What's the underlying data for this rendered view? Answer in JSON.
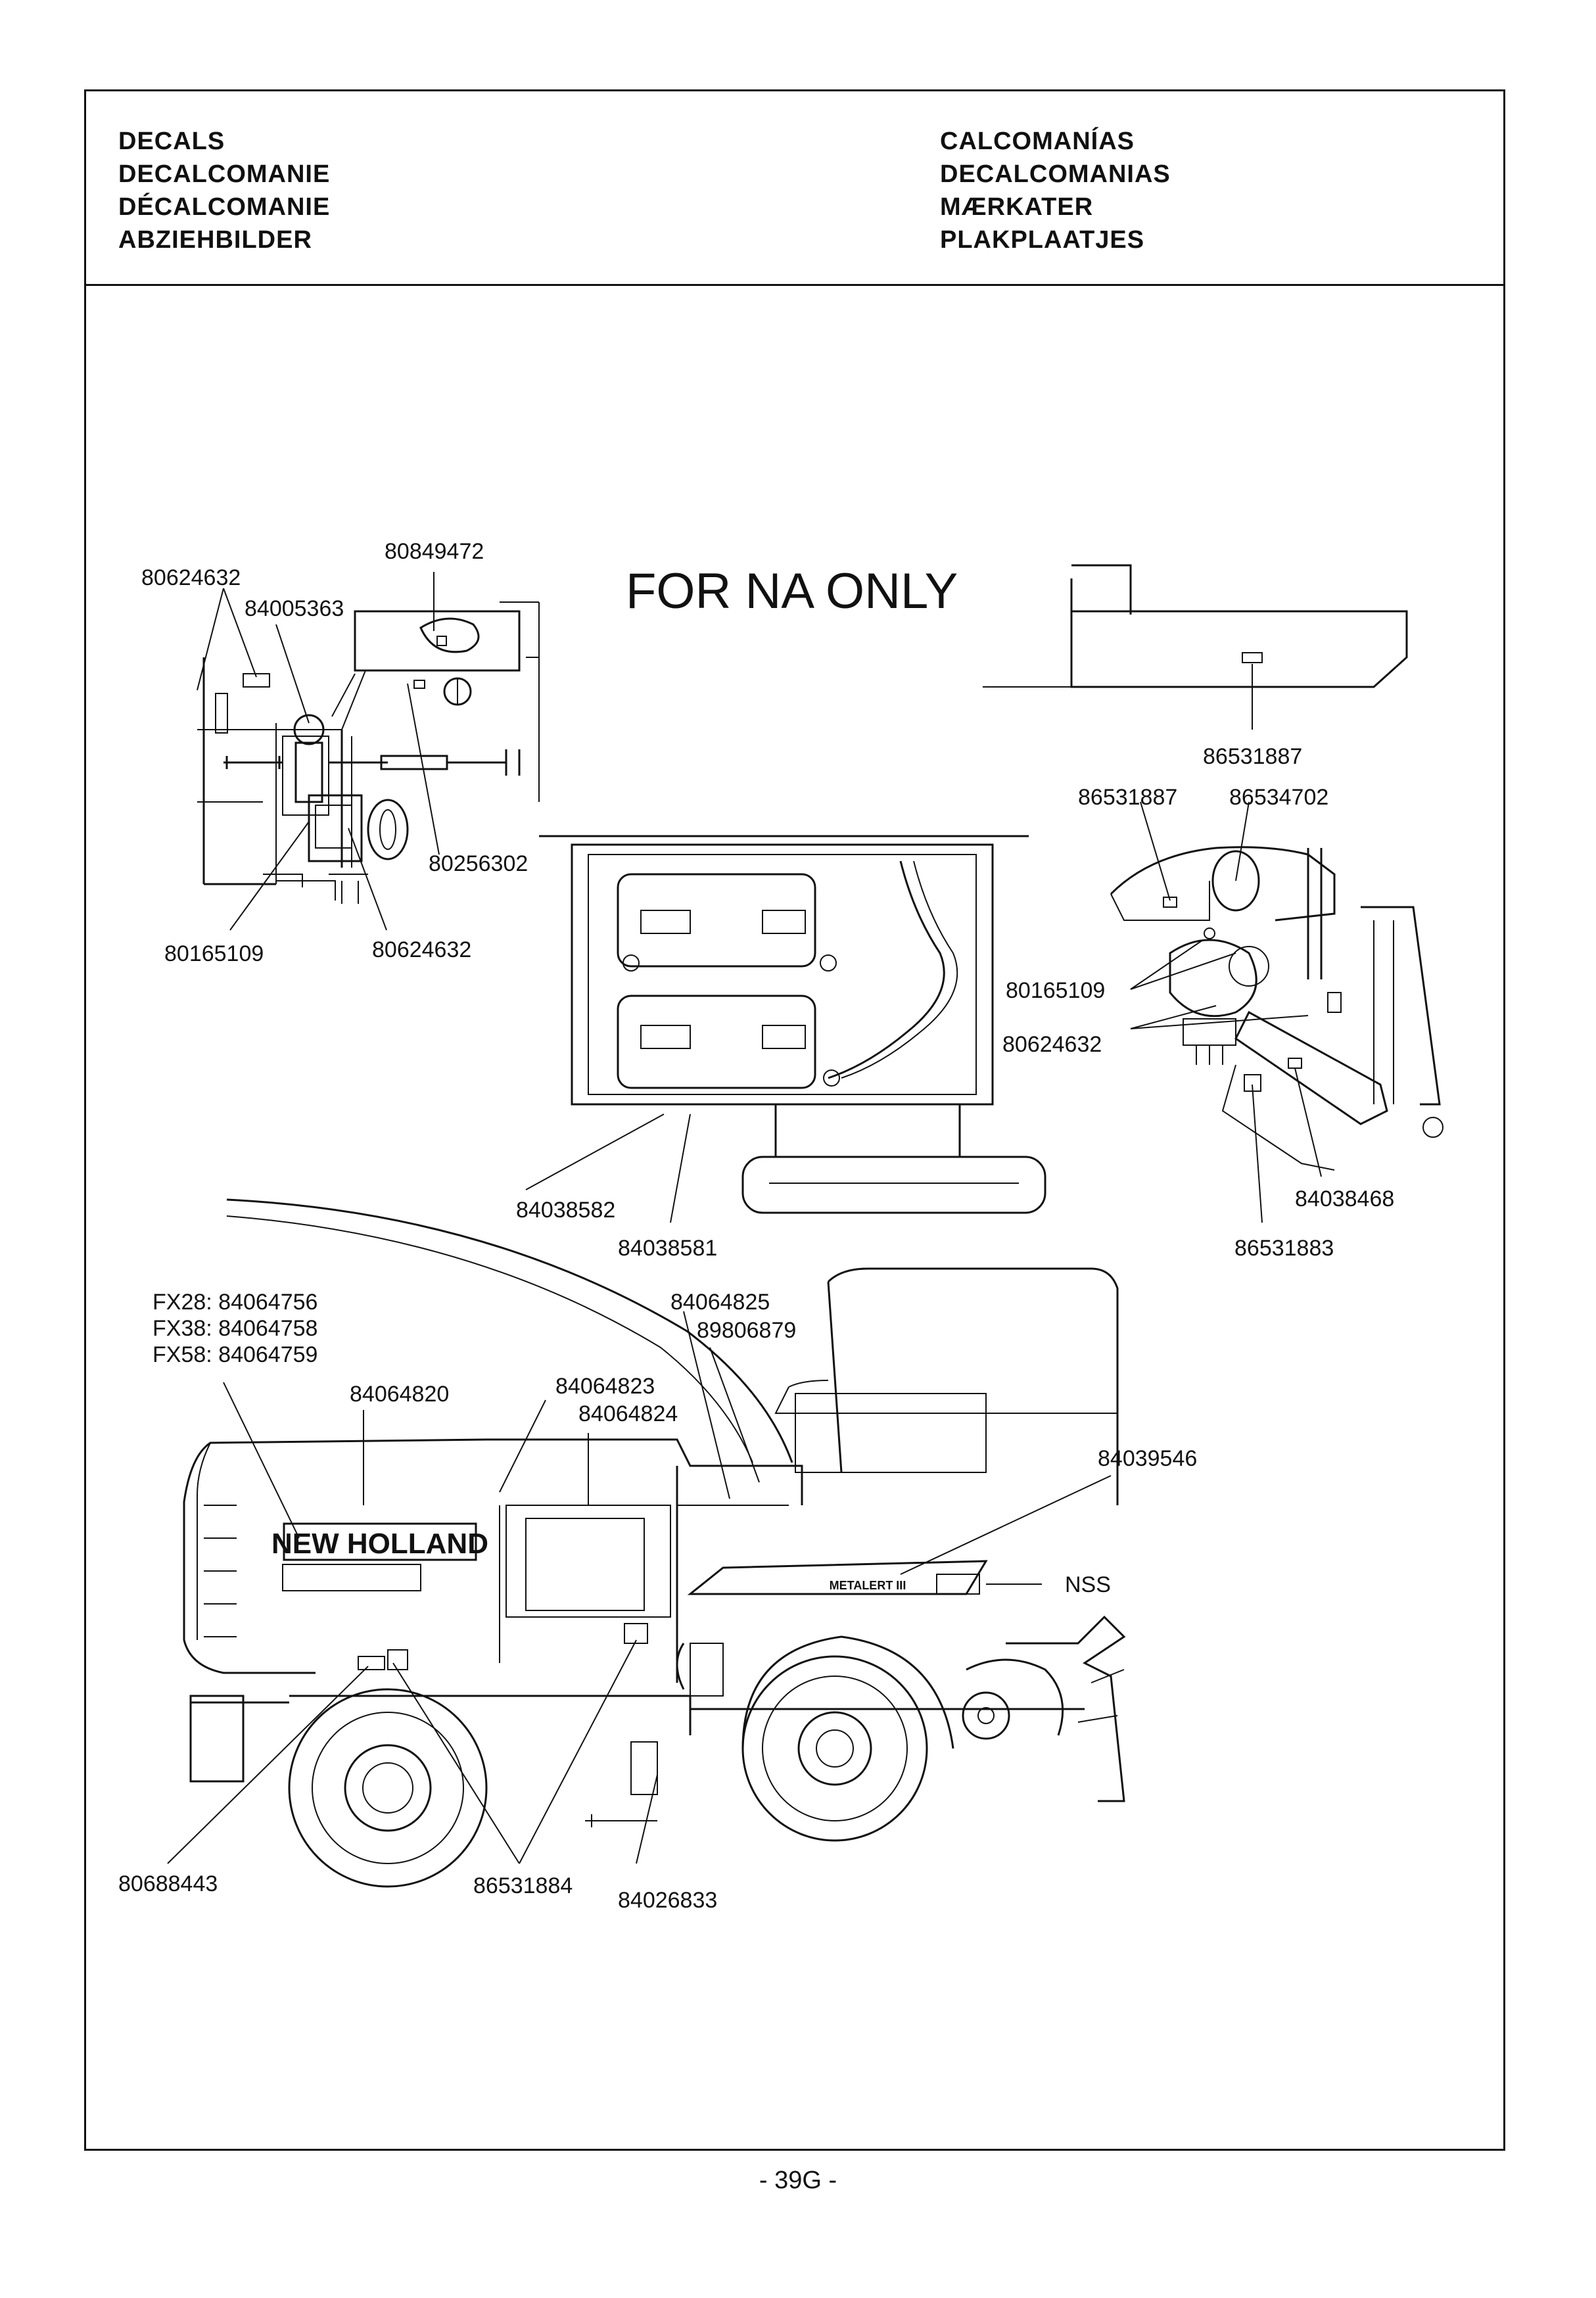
{
  "header": {
    "left_titles": [
      "DECALS",
      "DECALCOMANIE",
      "DÉCALCOMANIE",
      "ABZIEHBILDER"
    ],
    "right_titles": [
      "CALCOMANÍAS",
      "DECALCOMANIAS",
      "MÆRKATER",
      "PLAKPLAATJES"
    ]
  },
  "diagram": {
    "note": "FOR NA ONLY",
    "brand": "NEW HOLLAND",
    "badge": "METALERT III",
    "labels": {
      "l80624632_top": "80624632",
      "l84005363": "84005363",
      "l80849472": "80849472",
      "l80256302": "80256302",
      "l80165109_left": "80165109",
      "l80624632_bottom": "80624632",
      "l86531887_a": "86531887",
      "l86531887_b": "86531887",
      "l86534702": "86534702",
      "l80165109_right": "80165109",
      "l80624632_right": "80624632",
      "l84038468": "84038468",
      "l86531883": "86531883",
      "l84038582": "84038582",
      "l84038581": "84038581",
      "lfx28": "FX28: 84064756",
      "lfx38": "FX38: 84064758",
      "lfx58": "FX58: 84064759",
      "l84064820": "84064820",
      "l84064823": "84064823",
      "l84064824": "84064824",
      "l84064825": "84064825",
      "l89806879": "89806879",
      "l84039546": "84039546",
      "lnss": "NSS",
      "l80688443": "80688443",
      "l86531884": "86531884",
      "l84026833": "84026833"
    }
  },
  "footer": {
    "page_number": "- 39G -"
  }
}
